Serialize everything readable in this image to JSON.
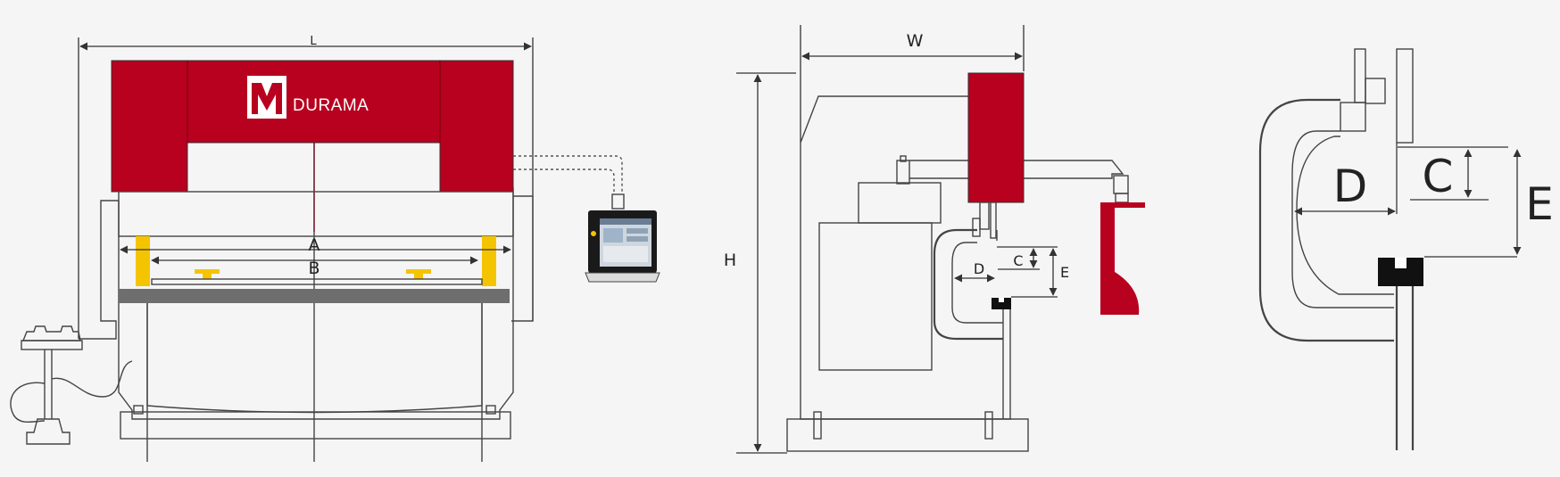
{
  "colors": {
    "machine_red": "#b8001f",
    "accent_yellow": "#f5c400",
    "line": "#444444",
    "background": "#f5f5f5",
    "table_grey": "#6e6e6e",
    "screen_black": "#1a1a1a"
  },
  "front_view": {
    "brand": "DURAMA",
    "logo_icon": "durama-logo-icon",
    "dim_length": "L",
    "dim_a": "A",
    "dim_b": "B"
  },
  "side_view": {
    "dim_width": "W",
    "dim_height": "H",
    "dim_c": "C",
    "dim_d": "D",
    "dim_e": "E"
  },
  "detail_view": {
    "dim_c": "C",
    "dim_d": "D",
    "dim_e": "E"
  }
}
